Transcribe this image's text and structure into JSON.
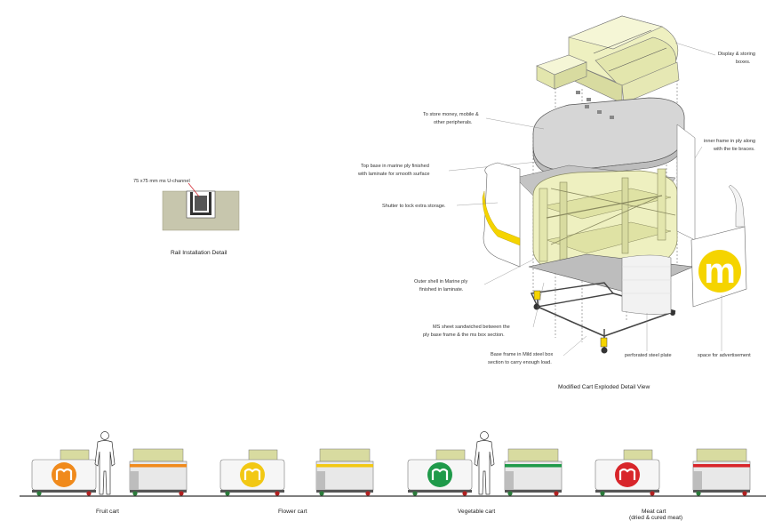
{
  "rail_detail": {
    "channel_label": "75 x75 mm ms U-channel",
    "title": "Rail Installation Detail"
  },
  "exploded_view": {
    "title": "Modified Cart Exploded Detail View",
    "labels": {
      "display_boxes_1": "Display & storing",
      "display_boxes_2": "boxes.",
      "store_money_1": "To store money, mobile &",
      "store_money_2": "other peripherals.",
      "top_base_1": "Top base in marine ply finished",
      "top_base_2": "with laminate for smooth surface",
      "shutter": "Shutter to lock extra storage.",
      "inner_frame_1": "inner frame in ply along",
      "inner_frame_2": "with the tie braces.",
      "outer_shell_1": "Outer shell in Marine ply",
      "outer_shell_2": "finished in laminate.",
      "ms_sheet_1": "MS sheet sandwiched between the",
      "ms_sheet_2": "ply base frame & the ms box section.",
      "base_frame_1": "Base frame in Mild steel box",
      "base_frame_2": "section to carry enough load.",
      "perforated": "perforated steel plate",
      "advert": "space for advertisement"
    },
    "logo_letter": "m"
  },
  "carts": [
    {
      "name": "Fruit cart",
      "sub": "",
      "color": "#f08a1c"
    },
    {
      "name": "Flower cart",
      "sub": "",
      "color": "#f2c814"
    },
    {
      "name": "Vegetable cart",
      "sub": "",
      "color": "#1f9a4a"
    },
    {
      "name": "Meat cart",
      "sub": "(dried & cured meat)",
      "color": "#d8252a"
    }
  ],
  "colors": {
    "wood": "#eef0c0",
    "wood_edge": "#a9a97a",
    "metal": "#cfcfcf",
    "yellow": "#f5d400",
    "concrete": "#c7c6ad"
  }
}
